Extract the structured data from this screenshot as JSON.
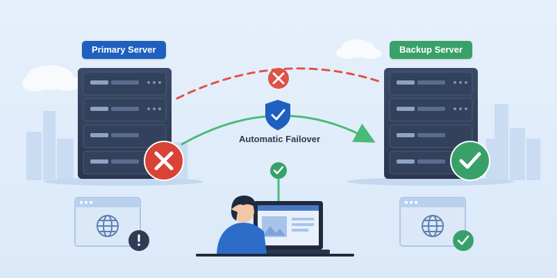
{
  "primary": {
    "label": "Primary Server",
    "color": "#1f5fbf",
    "status": "failed"
  },
  "backup": {
    "label": "Backup Server",
    "color": "#38a169",
    "status": "healthy"
  },
  "failover": {
    "label": "Automatic Failover",
    "shield_color": "#1f5fbf",
    "arrow_color": "#48bb78"
  },
  "failed_link_color": "#e05246",
  "icons": {
    "primary_status": "x-circle-icon",
    "backup_status": "check-circle-icon",
    "primary_site_status": "exclamation-icon",
    "backup_site_status": "check-icon"
  }
}
